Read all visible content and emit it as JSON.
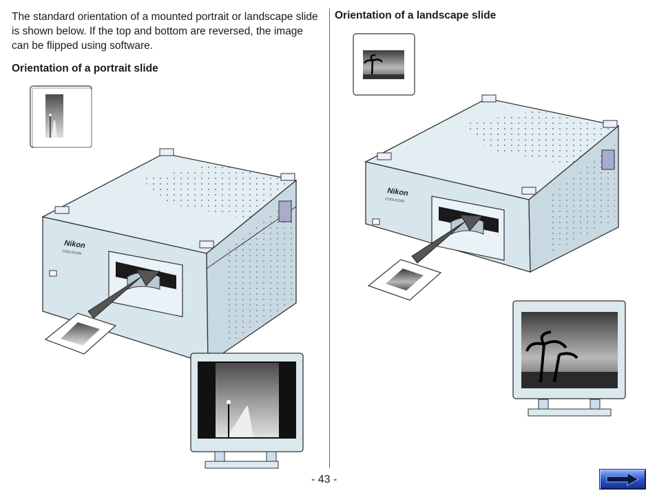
{
  "intro_text": "The standard orientation of a mounted portrait or landscape slide is shown below.   If the top and bottom are reversed, the image can be flipped using software.",
  "portrait_heading": "Orientation of a portrait slide",
  "landscape_heading": "Orientation of a landscape slide",
  "brand": "Nikon",
  "brand_sub": "COOLSCAN",
  "page_number": "- 43 -",
  "colors": {
    "divider": "#2e8b57",
    "scanner": "#dce9ef",
    "nav_button": "#2a4fc8"
  },
  "icons": {
    "next": "arrow-right-icon"
  }
}
